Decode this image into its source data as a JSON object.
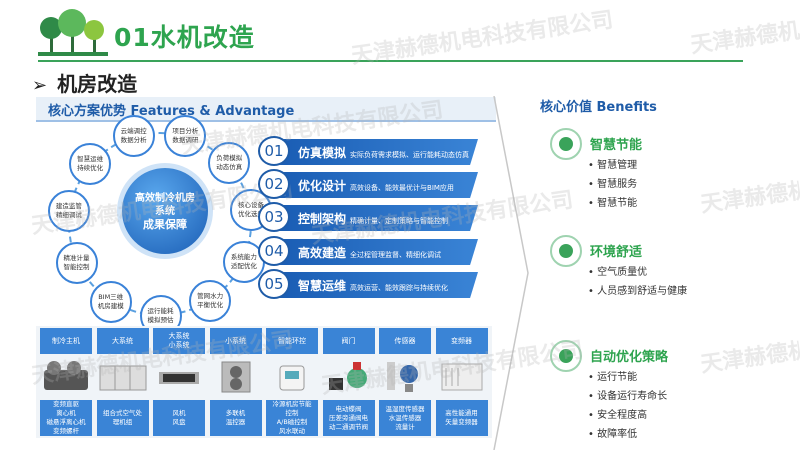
{
  "header": {
    "title": "01水机改造",
    "subtitle": "机房改造"
  },
  "left": {
    "section_title": "核心方案优势 Features & Advantage",
    "core_label": [
      "高效制冷机房",
      "系统",
      "成果保障"
    ],
    "nodes": [
      "项目分析\n数据调研",
      "负荷模拟\n动态仿真",
      "核心设备\n优化选型",
      "系统能力\n适配优化",
      "管网水力\n平衡优化",
      "运行能耗\n模拟预估",
      "BIM三维\n机房建模",
      "精准计量\n智能控制",
      "建造监管\n精细调试",
      "智慧运维\n持续优化",
      "云端调控\n数据分析"
    ],
    "steps": [
      {
        "num": "01",
        "title": "仿真模拟",
        "desc": "实际负荷需求模拟、运行能耗动态仿真"
      },
      {
        "num": "02",
        "title": "优化设计",
        "desc": "高效设备、能效最优计与BIM应用"
      },
      {
        "num": "03",
        "title": "控制架构",
        "desc": "精确计量、定制策略与智能控制"
      },
      {
        "num": "04",
        "title": "高效建造",
        "desc": "全过程管理监督、精细化调试"
      },
      {
        "num": "05",
        "title": "智慧运维",
        "desc": "高效运营、能效跟踪与持续优化"
      }
    ],
    "equipment_headers": [
      "制冷主机",
      "大系统",
      "大系统\n小系统",
      "小系统",
      "智能环控",
      "阀门",
      "传感器",
      "变频器"
    ],
    "equipment_labels": [
      "变频直驱\n离心机\n磁悬浮离心机\n变频螺杆",
      "组合式空气处\n理机组",
      "风机\n风盘",
      "多联机\n温控器",
      "冷源机房节能\n控制\nA/B磁控制\n风水联动",
      "电动蝶阀\n压差旁通阀电\n动二通调节阀",
      "温湿度传感器\n水温传感器\n流量计",
      "高性能通用\n矢量变频器"
    ]
  },
  "right": {
    "section_title": "核心价值 Benefits",
    "groups": [
      {
        "title": "智慧节能",
        "items": [
          "智慧管理",
          "智慧服务",
          "智慧节能"
        ]
      },
      {
        "title": "环境舒适",
        "items": [
          "空气质量优",
          "人员感到舒适与健康"
        ]
      },
      {
        "title": "自动优化策略",
        "items": [
          "运行节能",
          "设备运行寿命长",
          "安全程度高",
          "故障率低"
        ]
      }
    ]
  },
  "watermark": "天津赫德机电科技有限公司",
  "colors": {
    "green": "#2ea44f",
    "blue": "#1f5ca8",
    "light_blue": "#3a84d6"
  }
}
